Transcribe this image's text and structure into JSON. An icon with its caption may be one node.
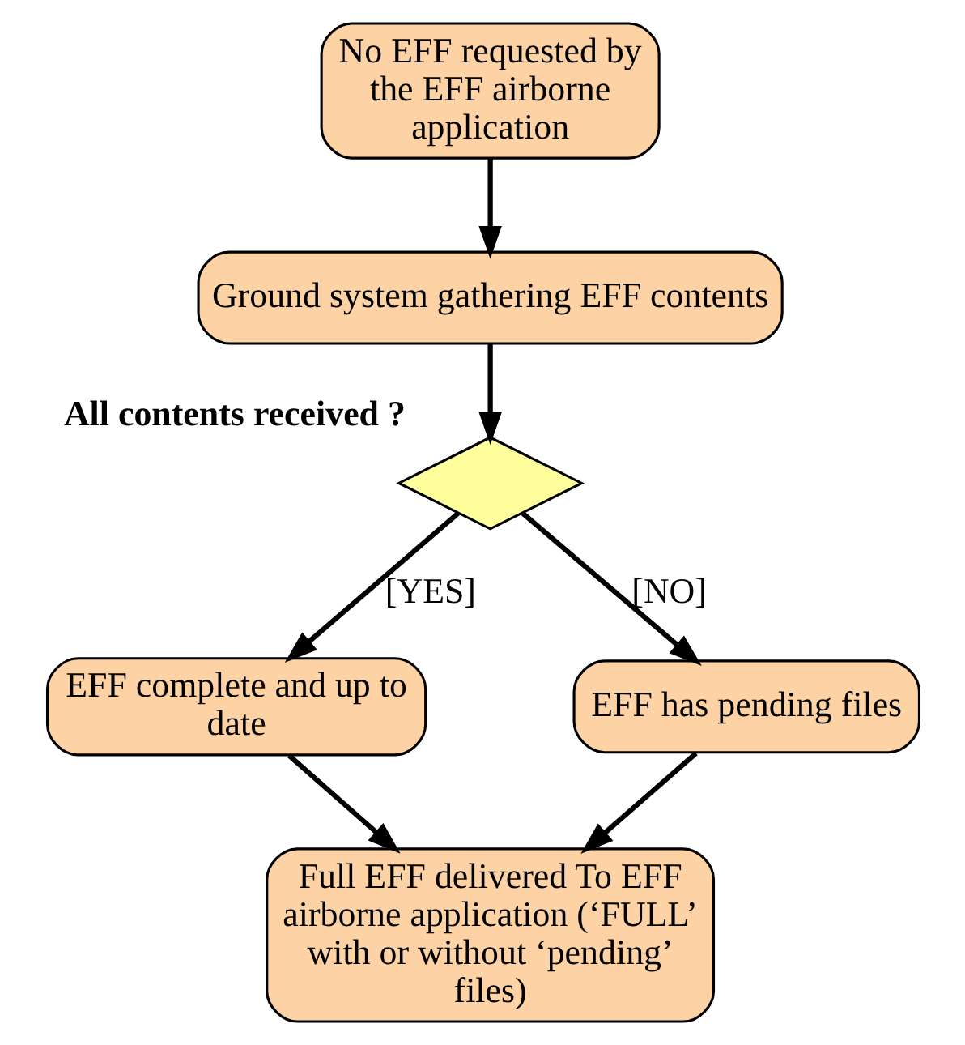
{
  "diagram": {
    "nodes": [
      {
        "text": [
          "No EFF requested by the EFF airborne application"
        ]
      },
      {
        "text": [
          "Ground system gathering EFF contents"
        ]
      },
      {
        "text": [],
        "shape": "diamond",
        "beside": [
          "All contents received ?"
        ]
      },
      {
        "text": [
          "EFF complete and up to date"
        ]
      },
      {
        "text": [
          "EFF has pending files"
        ]
      },
      {
        "text": [
          "Full EFF delivered To EFF airborne application (‘FULL’ with or without ‘pending’ files)"
        ]
      }
    ],
    "edges": [
      {
        "from": 0,
        "to": 1,
        "arrow": "to"
      },
      {
        "from": 1,
        "to": 2,
        "arrow": "to"
      },
      {
        "from": 2,
        "to": 3,
        "arrow": "to",
        "label": "[YES]"
      },
      {
        "from": 2,
        "to": 4,
        "arrow": "to",
        "label": "[NO]"
      },
      {
        "from": 3,
        "to": 5,
        "arrow": "to"
      },
      {
        "from": 4,
        "to": 5,
        "arrow": "to"
      }
    ]
  }
}
